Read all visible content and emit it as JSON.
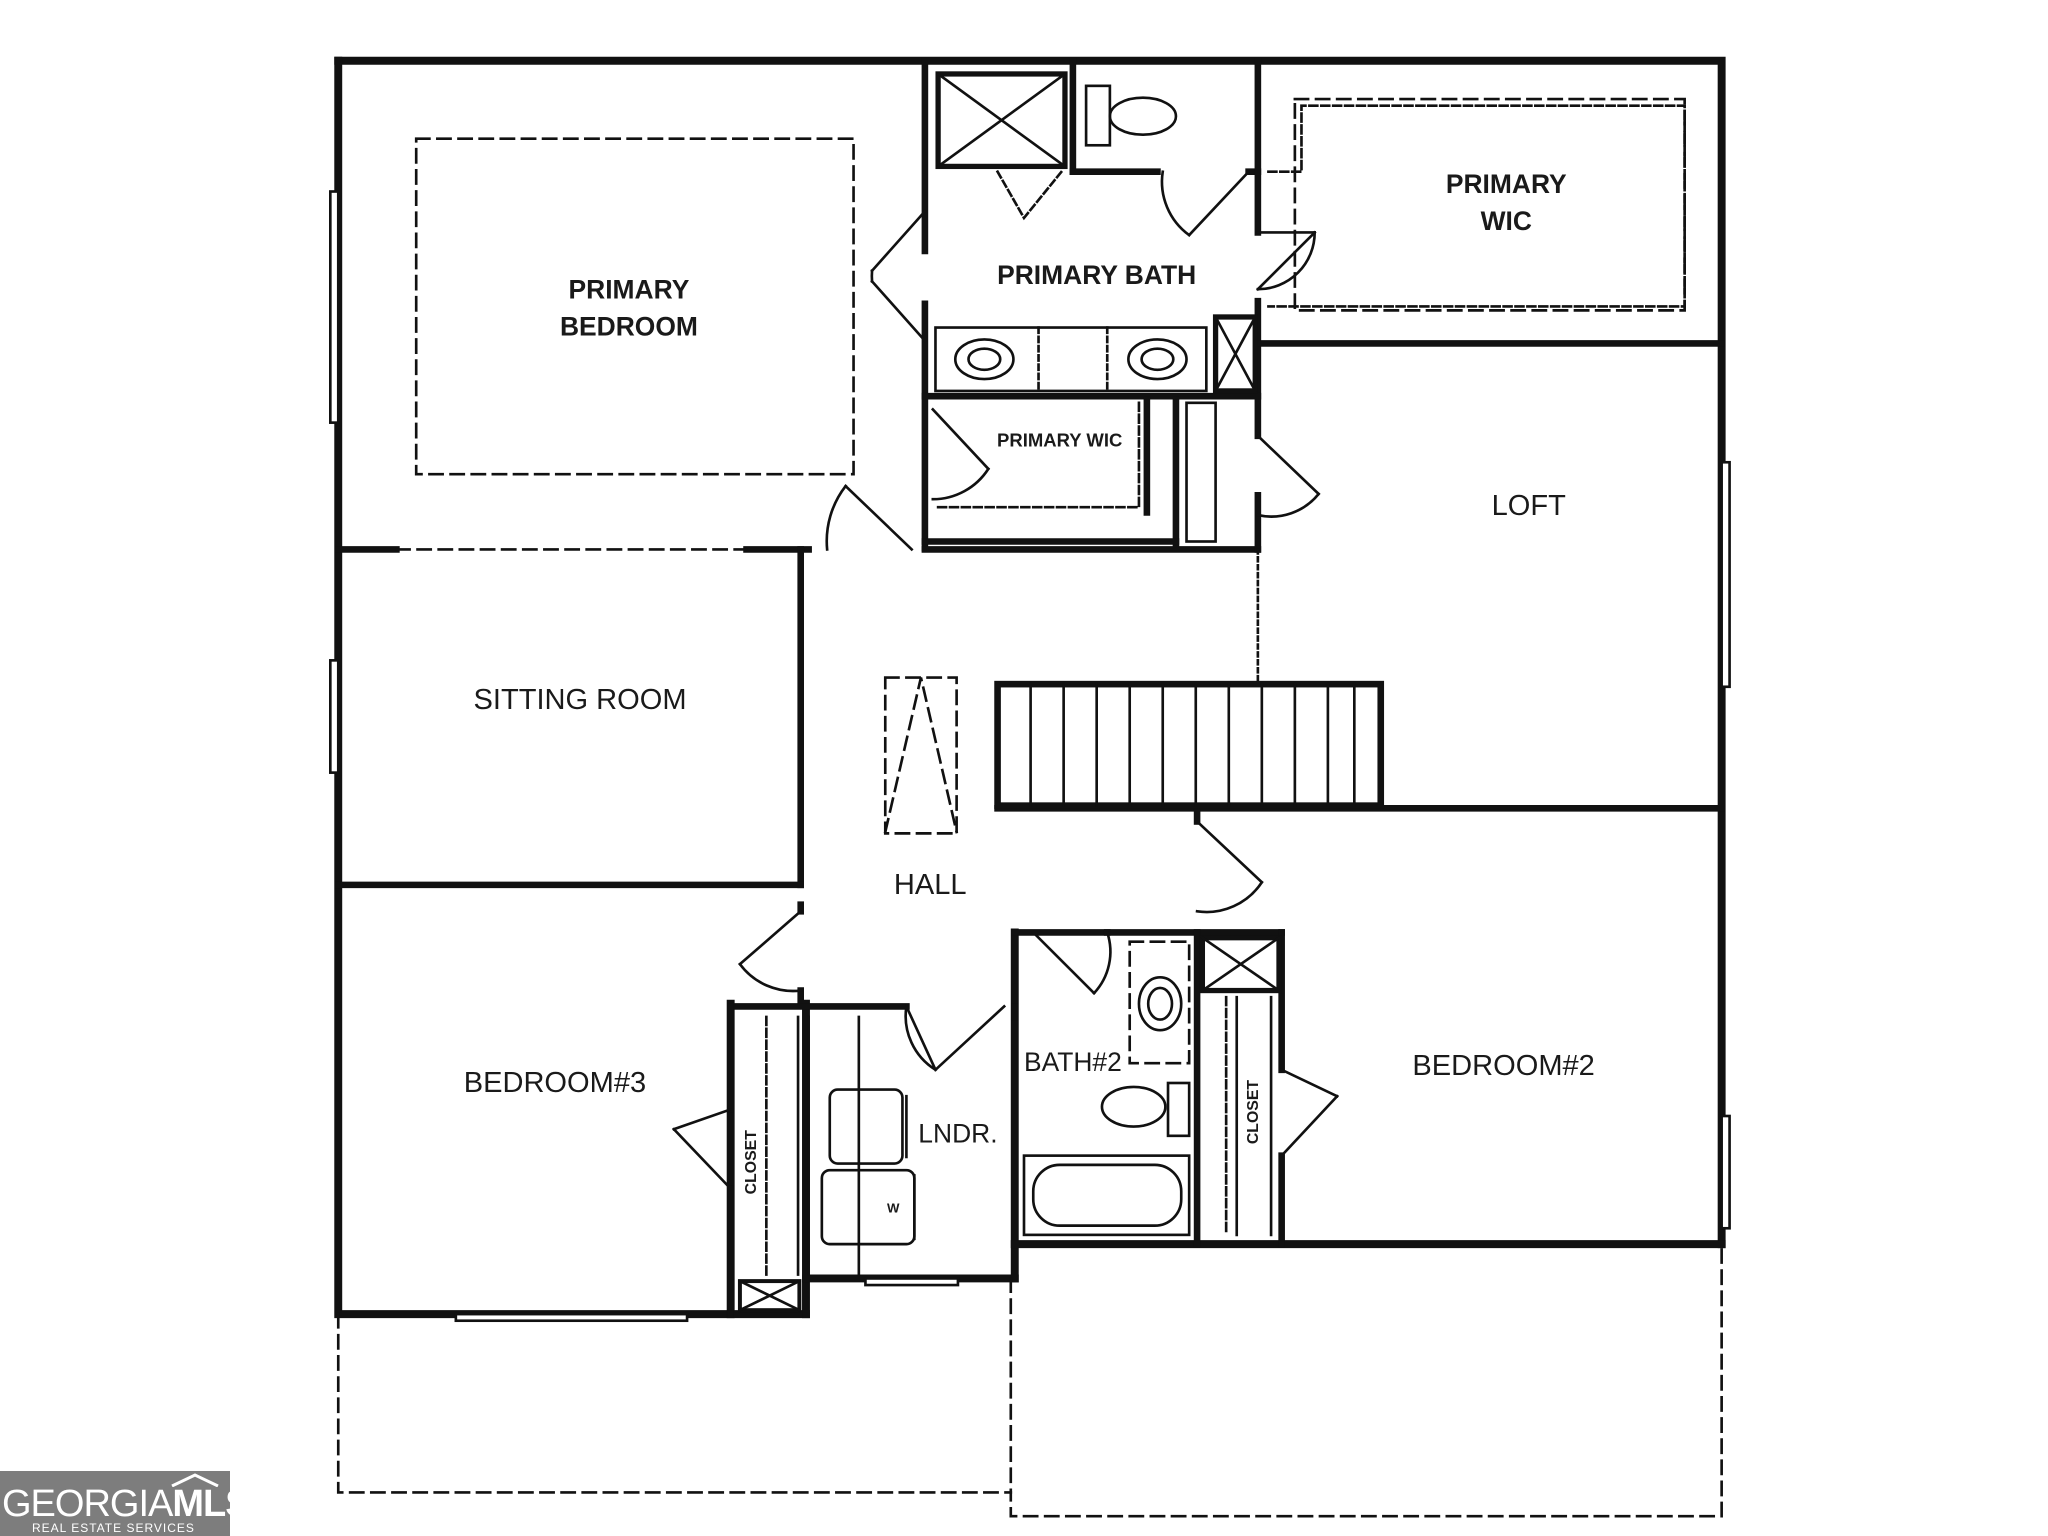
{
  "rooms": {
    "primary_bedroom": [
      "PRIMARY",
      "BEDROOM"
    ],
    "primary_bath": "PRIMARY BATH",
    "primary_wic_upper": [
      "PRIMARY",
      "WIC"
    ],
    "primary_wic_lower": "PRIMARY WIC",
    "loft": "LOFT",
    "sitting_room": "SITTING ROOM",
    "hall": "HALL",
    "bedroom_3": "BEDROOM#3",
    "laundry": "LNDR.",
    "bath_2": "BATH#2",
    "bedroom_2": "BEDROOM#2",
    "closet_left": "CLOSET",
    "closet_right": "CLOSET",
    "washer_mark": "W"
  },
  "watermark": {
    "brand_light": "GEORGIA",
    "brand_bold": "MLS",
    "tagline": "REAL ESTATE SERVICES"
  },
  "colors": {
    "wall": "#111111",
    "background": "#ffffff",
    "watermark_bg": "#7d7d7d"
  }
}
